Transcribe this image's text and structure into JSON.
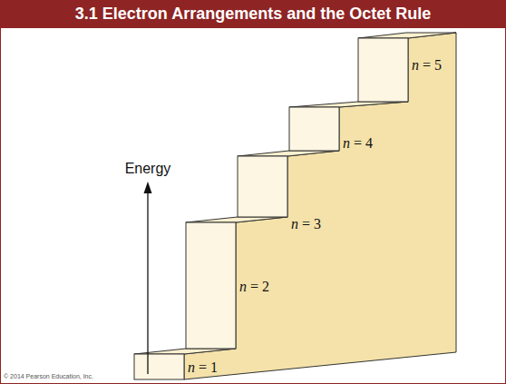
{
  "diagram": {
    "title": "3.1 Electron Arrangements and the Octet Rule",
    "labels": [
      "Energy",
      "n = 1",
      "n = 2",
      "n = 3",
      "n = 4",
      "n = 5",
      "© 2014 Pearson Education, Inc."
    ]
  }
}
